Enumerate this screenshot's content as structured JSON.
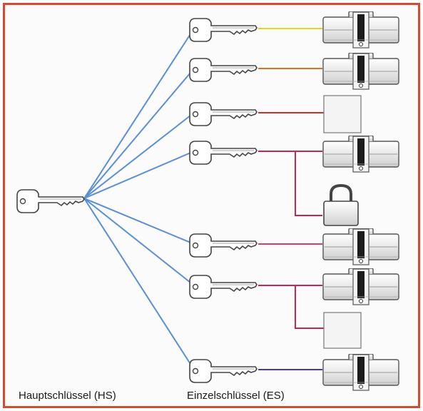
{
  "labels": {
    "master_key": "Hauptschlüssel (HS)",
    "individual_keys": "Einzelschlüssel (ES)"
  },
  "colors": {
    "frame": "#d44a32",
    "master_lines": "#5a8fd6",
    "key_lines": [
      "#e8d020",
      "#e07020",
      "#d0302a",
      "#c02850",
      "#d04070",
      "#c02850",
      "#4a3a9a"
    ],
    "key_outline": "#444444",
    "cylinder_fill": "#f2f2f2"
  },
  "keys": [
    {
      "id": "es-1",
      "locks": [
        "cylinder"
      ]
    },
    {
      "id": "es-2",
      "locks": [
        "cylinder"
      ]
    },
    {
      "id": "es-3",
      "locks": [
        "box"
      ]
    },
    {
      "id": "es-4",
      "locks": [
        "cylinder",
        "padlock"
      ]
    },
    {
      "id": "es-5",
      "locks": [
        "cylinder"
      ]
    },
    {
      "id": "es-6",
      "locks": [
        "cylinder",
        "box"
      ]
    },
    {
      "id": "es-7",
      "locks": [
        "cylinder"
      ]
    }
  ]
}
